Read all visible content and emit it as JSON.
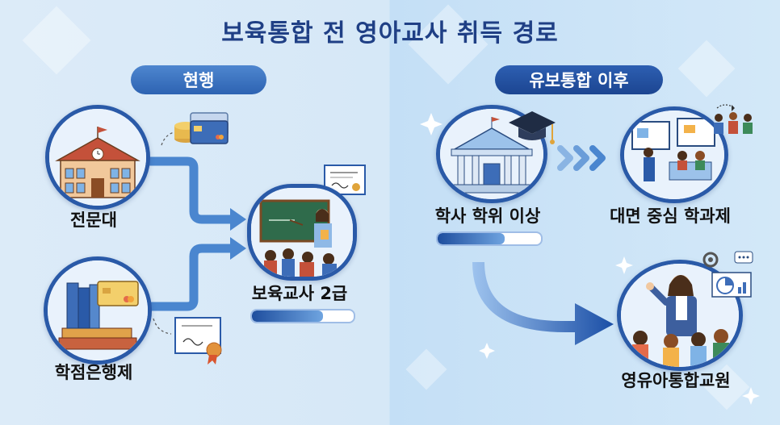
{
  "title": "보육통합 전 영아교사 취득 경로",
  "left_section": {
    "pill_label": "현행"
  },
  "right_section": {
    "pill_label": "유보통합 이후"
  },
  "nodes": {
    "junior_college": {
      "label": "전문대"
    },
    "credit_bank": {
      "label": "학점은행제"
    },
    "childcare_teacher": {
      "label": "보육교사 2급",
      "progress": 0.7
    },
    "bachelor": {
      "label": "학사 학위 이상",
      "progress": 0.65
    },
    "in_person_dept": {
      "label": "대면 중심 학과제"
    },
    "integrated_teacher": {
      "label": "영유아통합교원"
    }
  },
  "icons": {
    "school": "school-building-icon",
    "books": "books-icon",
    "classroom": "classroom-teacher-icon",
    "university": "university-building-icon",
    "graduation_cap": "graduation-cap-icon",
    "lecture": "lecture-room-icon",
    "teacher_children": "teacher-with-children-icon",
    "certificate": "certificate-icon",
    "credit_card": "credit-card-icon",
    "coins": "coins-icon"
  },
  "colors": {
    "title": "#1f3f85",
    "accent_blue": "#2a5aa8",
    "arrow_blue": "#4a86cf"
  }
}
